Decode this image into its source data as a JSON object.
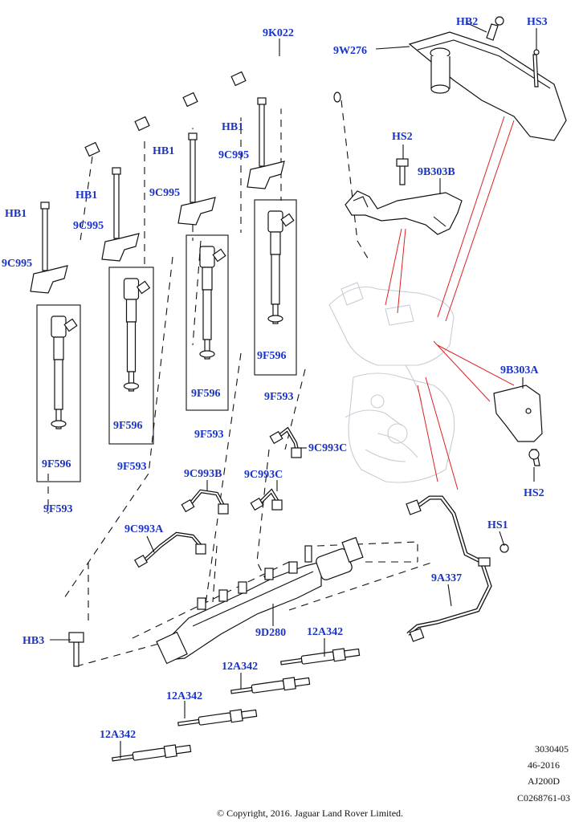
{
  "callouts": {
    "hb2": "HB2",
    "hs3": "HS3",
    "k022": "9K022",
    "w276": "9W276",
    "hb1_a": "HB1",
    "hb1_b": "HB1",
    "hb1_c": "HB1",
    "hb1_d": "HB1",
    "c995_a": "9C995",
    "c995_b": "9C995",
    "c995_c": "9C995",
    "c995_d": "9C995",
    "hs2_top": "HS2",
    "b303b": "9B303B",
    "f596_a": "9F596",
    "f596_b": "9F596",
    "f596_c": "9F596",
    "f596_d": "9F596",
    "f593_a": "9F593",
    "f593_b": "9F593",
    "f593_c": "9F593",
    "f593_d": "9F593",
    "b303a": "9B303A",
    "hs2_bottom": "HS2",
    "hs1": "HS1",
    "c993c_a": "9C993C",
    "c993c_b": "9C993C",
    "c993b": "9C993B",
    "c993a": "9C993A",
    "a337": "9A337",
    "hb3": "HB3",
    "d280": "9D280",
    "a342_a": "12A342",
    "a342_b": "12A342",
    "a342_c": "12A342",
    "a342_d": "12A342"
  },
  "reference": {
    "line1": "3030405",
    "line2": "46-2016",
    "line3": "AJ200D",
    "line4": "C0268761-03"
  },
  "copyright": "© Copyright, 2016. Jaguar Land Rover Limited.",
  "colors": {
    "callout": "#1a33c8",
    "leader_red": "#e02020",
    "line": "#111111"
  }
}
